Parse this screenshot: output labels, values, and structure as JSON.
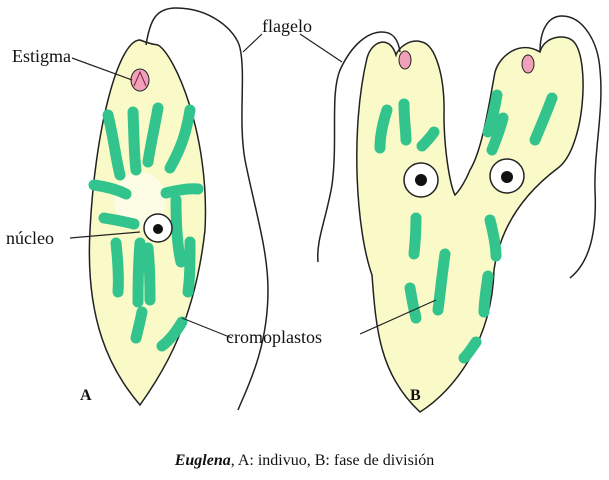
{
  "labels": {
    "estigma": "Estigma",
    "flagelo": "flagelo",
    "nucleo": "núcleo",
    "cromoplastos": "cromoplastos"
  },
  "panels": {
    "a": "A",
    "b": "B"
  },
  "caption": {
    "genus": "Euglena",
    "rest": ", A: indivuo,  B: fase de división"
  },
  "colors": {
    "cell_fill": "#fafac8",
    "cell_stroke": "#222222",
    "chloroplast": "#33c48e",
    "stigma": "#f0a0b8"
  }
}
